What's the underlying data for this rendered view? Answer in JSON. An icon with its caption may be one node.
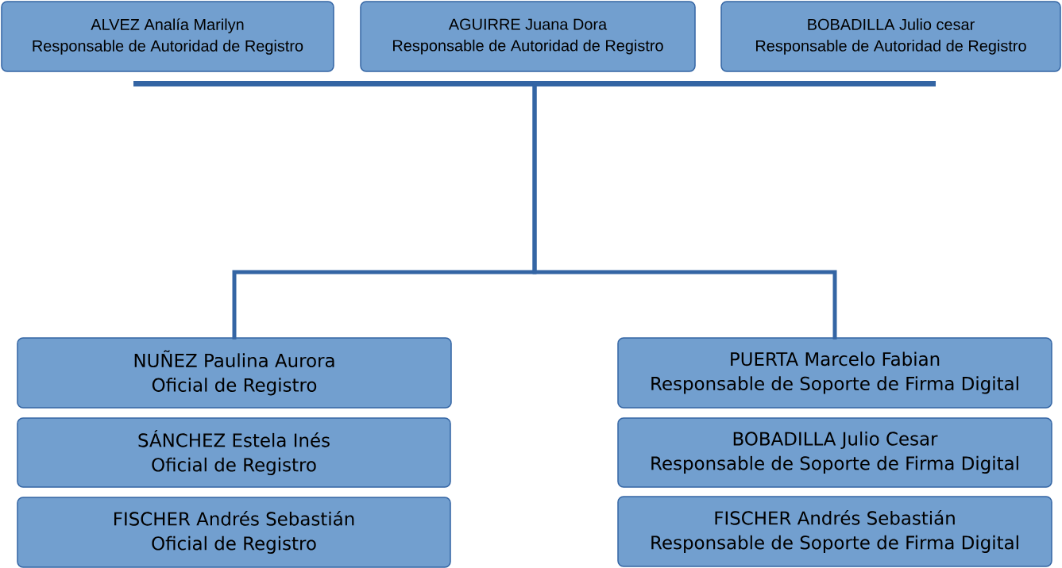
{
  "diagram": {
    "nodes": [
      {
        "text": [
          "ALVEZ Analía Marilyn",
          "Responsable de Autoridad de Registro"
        ]
      },
      {
        "text": [
          "AGUIRRE Juana Dora",
          "Responsable de Autoridad de Registro"
        ]
      },
      {
        "text": [
          "BOBADILLA Julio cesar",
          "Responsable de Autoridad de Registro"
        ]
      },
      {
        "text": [],
        "shape": "bar"
      },
      {
        "text": [
          "NUÑEZ Paulina Aurora",
          "Oficial de Registro"
        ]
      },
      {
        "text": [
          "SÁNCHEZ Estela Inés",
          "Oficial de Registro"
        ]
      },
      {
        "text": [
          "FISCHER Andrés Sebastián",
          "Oficial de Registro"
        ]
      },
      {
        "text": [
          "PUERTA Marcelo Fabian",
          "Responsable de Soporte de Firma Digital"
        ]
      },
      {
        "text": [
          "BOBADILLA Julio Cesar",
          "Responsable de Soporte de Firma Digital"
        ]
      },
      {
        "text": [
          "FISCHER Andrés Sebastián",
          "Responsable de Soporte de Firma Digital"
        ]
      }
    ],
    "edges": [
      {
        "from": 3,
        "to": 4,
        "arrow": "none"
      },
      {
        "from": 3,
        "to": 7,
        "arrow": "none"
      }
    ]
  }
}
